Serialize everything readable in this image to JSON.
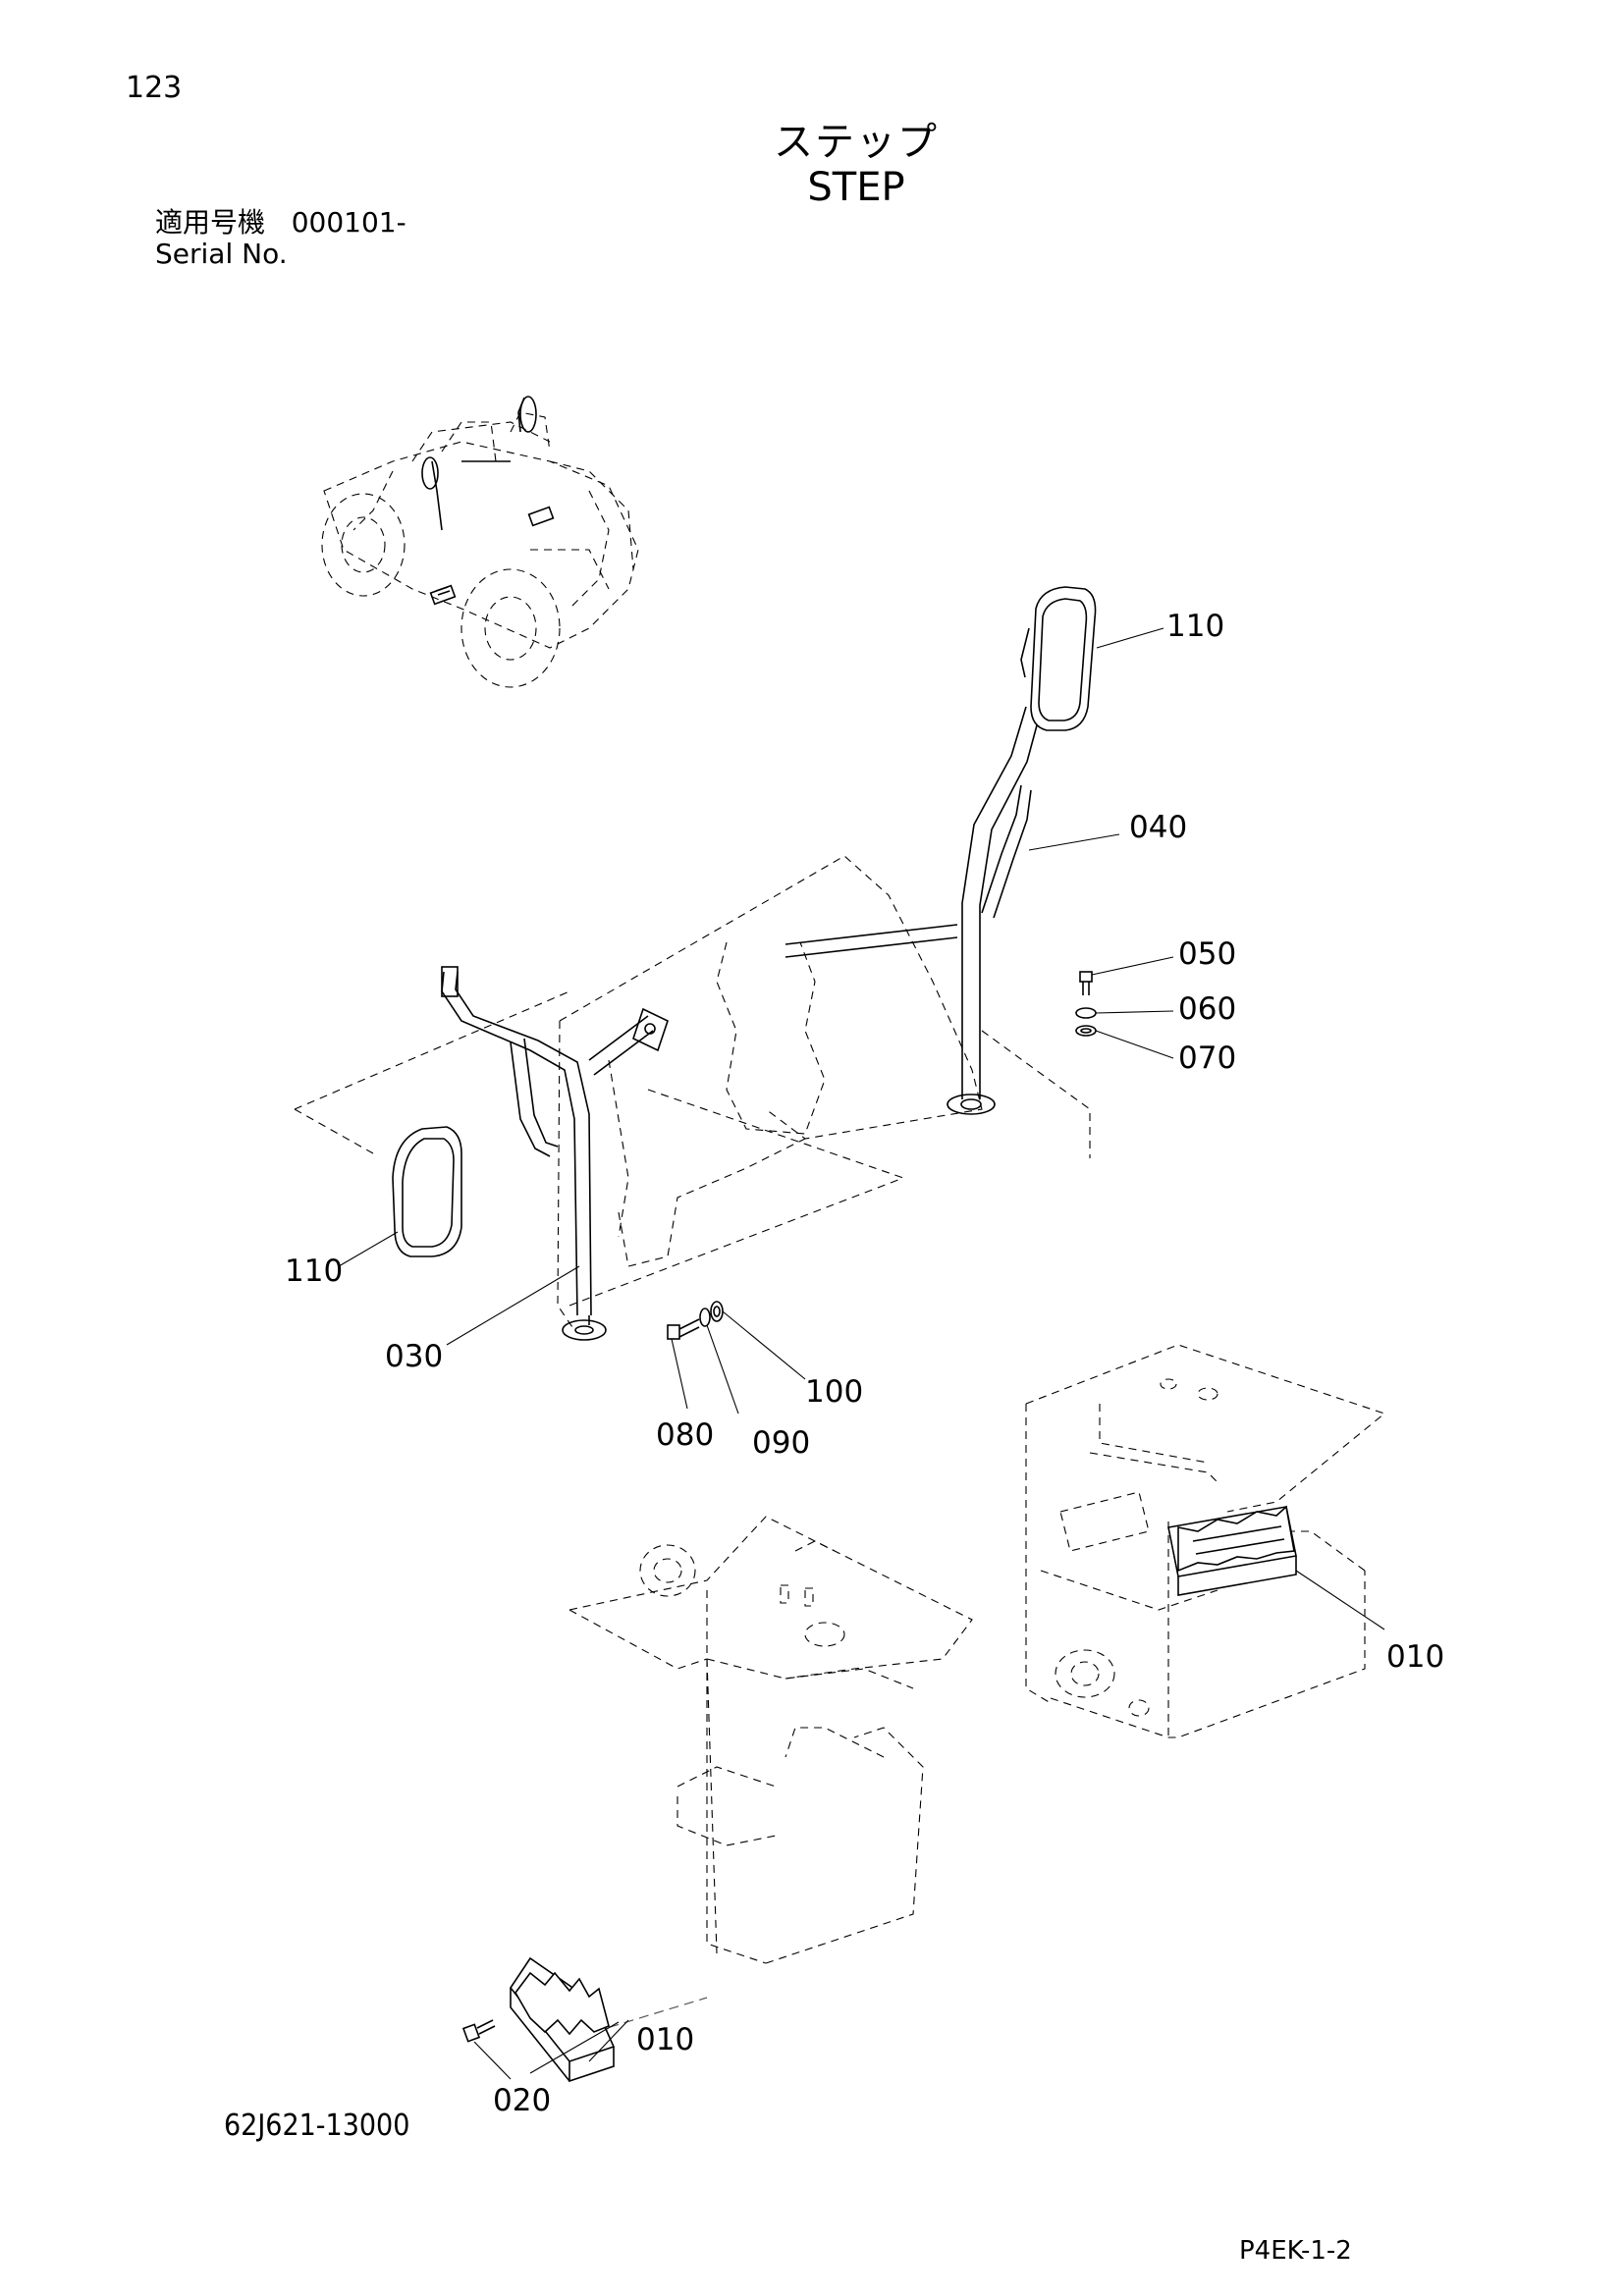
{
  "header": {
    "page_number": "123",
    "title_jp": "ステップ",
    "title_en": "STEP",
    "serial_label_jp": "適用号機",
    "serial_value": "000101-",
    "serial_label_en": "Serial No."
  },
  "callouts": [
    {
      "id": "c110a",
      "label": "110"
    },
    {
      "id": "c040",
      "label": "040"
    },
    {
      "id": "c050",
      "label": "050"
    },
    {
      "id": "c060",
      "label": "060"
    },
    {
      "id": "c070",
      "label": "070"
    },
    {
      "id": "c110b",
      "label": "110"
    },
    {
      "id": "c030",
      "label": "030"
    },
    {
      "id": "c100",
      "label": "100"
    },
    {
      "id": "c080",
      "label": "080"
    },
    {
      "id": "c090",
      "label": "090"
    },
    {
      "id": "c010a",
      "label": "010"
    },
    {
      "id": "c010b",
      "label": "010"
    },
    {
      "id": "c020",
      "label": "020"
    }
  ],
  "footer": {
    "drawing_number": "62J621-13000",
    "page_code": "P4EK-1-2"
  }
}
